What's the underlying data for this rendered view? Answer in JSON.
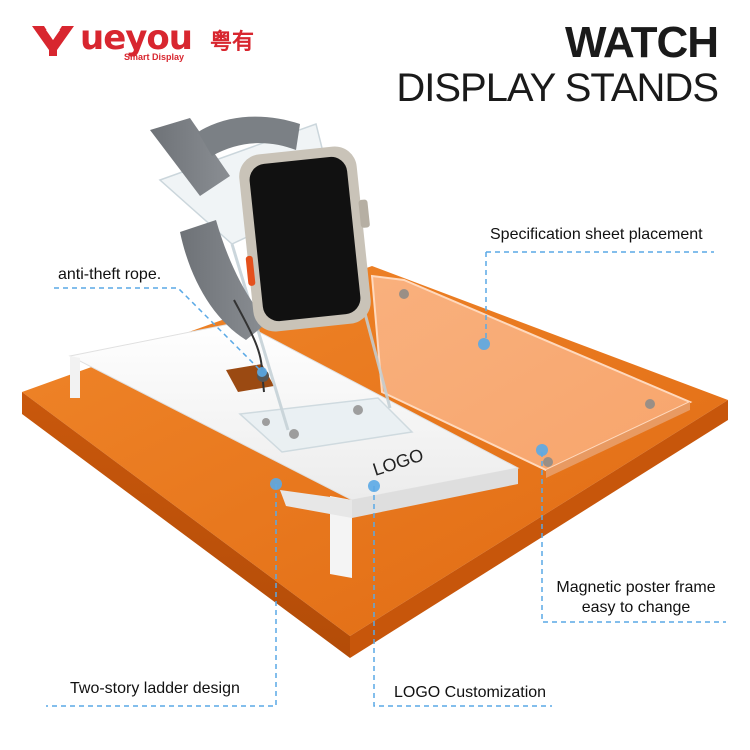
{
  "brand": {
    "name": "ueyou",
    "name_cn": "粤有",
    "tagline": "Smart Display",
    "color": "#d8262f"
  },
  "title": {
    "line1": "WATCH",
    "line2": "DISPLAY STANDS"
  },
  "product": {
    "base_logo_text": "LOGO",
    "base_color": "#e8761f",
    "callout_color": "#5aa9e6"
  },
  "callouts": {
    "spec_sheet": "Specification sheet placement",
    "anti_theft": "anti-theft rope.",
    "magnetic_line1": "Magnetic poster frame",
    "magnetic_line2": "easy to change",
    "ladder": "Two-story ladder design",
    "logo_custom": "LOGO Customization"
  }
}
